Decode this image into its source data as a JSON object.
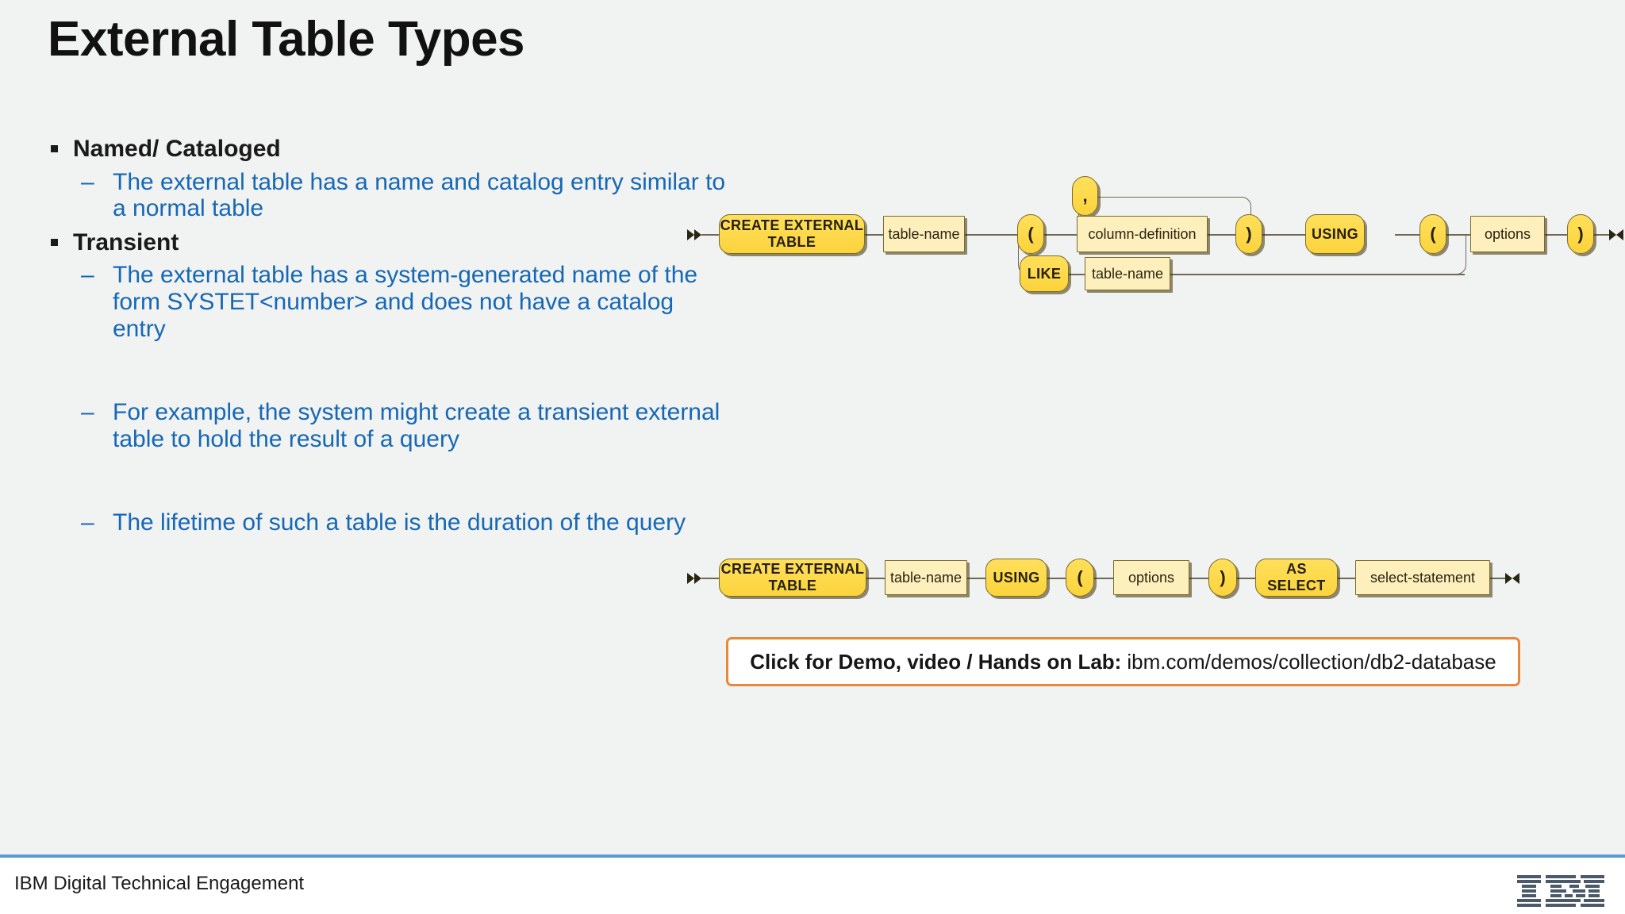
{
  "slide": {
    "title": "External Table Types",
    "background": "#f1f2f2",
    "accent_blue": "#1668b5",
    "accent_orange": "#e8883a"
  },
  "bullets": [
    {
      "level": 1,
      "text": "Named/ Cataloged"
    },
    {
      "level": 2,
      "text": "The external table has a name and catalog entry similar to a normal table"
    },
    {
      "level": 1,
      "text": "Transient"
    },
    {
      "level": 2,
      "text": "The external table has a system-generated name of the form SYSTET<number> and does not have a catalog entry"
    },
    {
      "level": 2,
      "text": "For example, the system might create a transient external table to hold the result of a query"
    },
    {
      "level": 2,
      "text": "The lifetime of such a table is the duration of the query"
    }
  ],
  "diagram1": {
    "name": "create-external-table-named-syntax",
    "nodes": {
      "create": "CREATE EXTERNAL TABLE",
      "table_name": "table-name",
      "lparen": "(",
      "comma": ",",
      "column_definition": "column-definition",
      "rparen": ")",
      "like": "LIKE",
      "like_table_name": "table-name",
      "using": "USING",
      "lparen2": "(",
      "options": "options",
      "rparen2": ")"
    }
  },
  "diagram2": {
    "name": "create-external-table-as-select-syntax",
    "nodes": {
      "create": "CREATE EXTERNAL TABLE",
      "table_name": "table-name",
      "using": "USING",
      "lparen": "(",
      "options": "options",
      "rparen": ")",
      "as_select": "AS SELECT",
      "select_statement": "select-statement"
    }
  },
  "demo": {
    "label": "Click for Demo, video / Hands on Lab:",
    "url": "ibm.com/demos/collection/db2-database"
  },
  "footer": {
    "text": "IBM Digital Technical Engagement",
    "logo": "ibm-logo"
  }
}
